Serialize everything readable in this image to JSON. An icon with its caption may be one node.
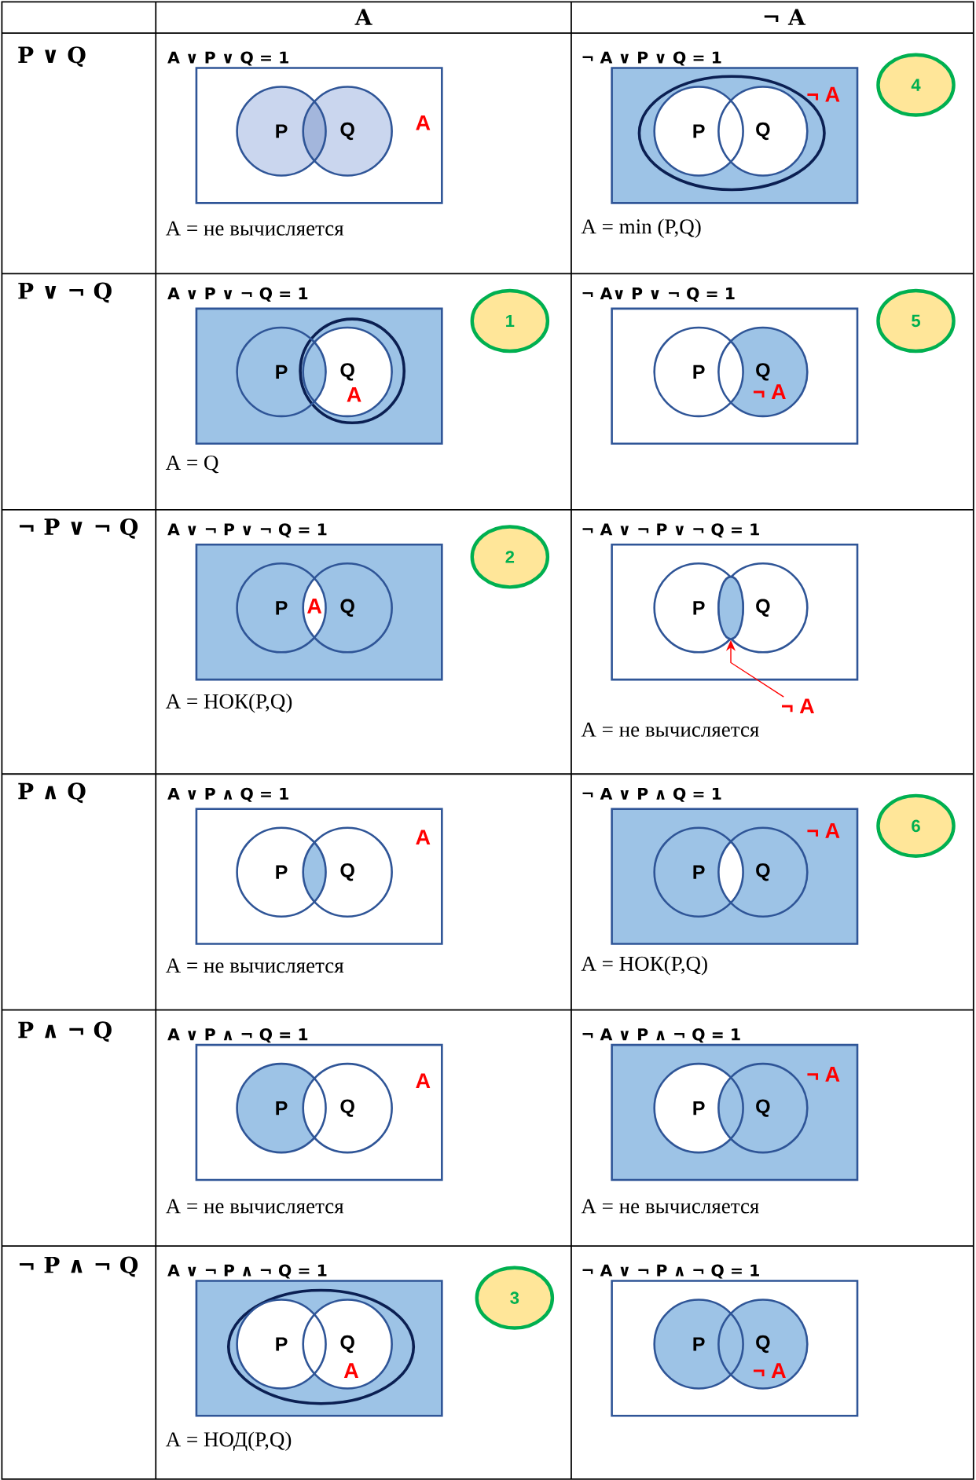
{
  "diagram": {
    "nodes": [
      {
        "text": [
          "P"
        ]
      },
      {
        "text": [
          "Q"
        ]
      },
      {
        "text": [
          "P"
        ]
      },
      {
        "text": [
          "Q"
        ]
      },
      {
        "text": [
          "4"
        ]
      },
      {
        "text": [
          "P"
        ]
      },
      {
        "text": [
          "Q"
        ]
      },
      {
        "text": [
          "1"
        ]
      },
      {
        "text": [
          "P"
        ]
      },
      {
        "text": [
          "Q"
        ]
      },
      {
        "text": [
          "5"
        ]
      },
      {
        "text": [
          "P"
        ]
      },
      {
        "text": [
          "Q"
        ]
      },
      {
        "text": [
          "2"
        ]
      },
      {
        "text": [
          "P"
        ]
      },
      {
        "text": [
          "Q"
        ]
      },
      {
        "text": [],
        "shape": "ellipse"
      },
      {
        "text": [
          "¬ A"
        ]
      },
      {
        "text": [
          "P"
        ]
      },
      {
        "text": [
          "Q"
        ]
      },
      {
        "text": [
          "P"
        ]
      },
      {
        "text": [
          "Q"
        ]
      },
      {
        "text": [
          "6"
        ]
      },
      {
        "text": [
          "P"
        ]
      },
      {
        "text": [
          "Q"
        ]
      },
      {
        "text": [
          "P"
        ]
      },
      {
        "text": [
          "Q"
        ]
      },
      {
        "text": [
          "P"
        ]
      },
      {
        "text": [
          "Q"
        ]
      },
      {
        "text": [
          "3"
        ]
      },
      {
        "text": [
          "P"
        ]
      },
      {
        "text": [
          "Q"
        ]
      }
    ],
    "edges": [
      {
        "from": 17,
        "to": 16,
        "arrow": "to"
      }
    ],
    "labels": [
      "A",
      "¬ A",
      "P ∨ Q",
      "A ∨ P ∨ Q = 1",
      "A",
      "A = не вычисляется",
      "¬ A ∨ P ∨ Q = 1",
      "¬ A",
      "A = min (P,Q)",
      "P ∨ ¬ Q",
      "A ∨ P ∨ ¬ Q = 1",
      "A",
      "A = Q",
      "¬ A∨ P ∨ ¬ Q = 1",
      "¬ A",
      "¬ P ∨ ¬ Q",
      "A ∨ ¬ P ∨ ¬ Q = 1",
      "A",
      "A = НОК(P,Q)",
      "¬ A ∨ ¬ P ∨ ¬ Q = 1",
      "A = не вычисляется",
      "P ∧ Q",
      "A ∨ P ∧ Q = 1",
      "A",
      "A = не вычисляется",
      "¬ A ∨ P ∧ Q = 1",
      "¬ A",
      "A = НОК(P,Q)",
      "P ∧ ¬ Q",
      "A ∨ P ∧ ¬ Q = 1",
      "A",
      "A = не вычисляется",
      "¬ A ∨ P ∧ ¬ Q = 1",
      "¬ A",
      "A = не вычисляется",
      "¬ P ∧ ¬ Q",
      "A ∨ ¬ P ∧ ¬ Q = 1",
      "A",
      "A = НОД(P,Q)",
      "¬ A ∨ ¬ P ∧ ¬ Q = 1",
      "¬ A"
    ]
  }
}
